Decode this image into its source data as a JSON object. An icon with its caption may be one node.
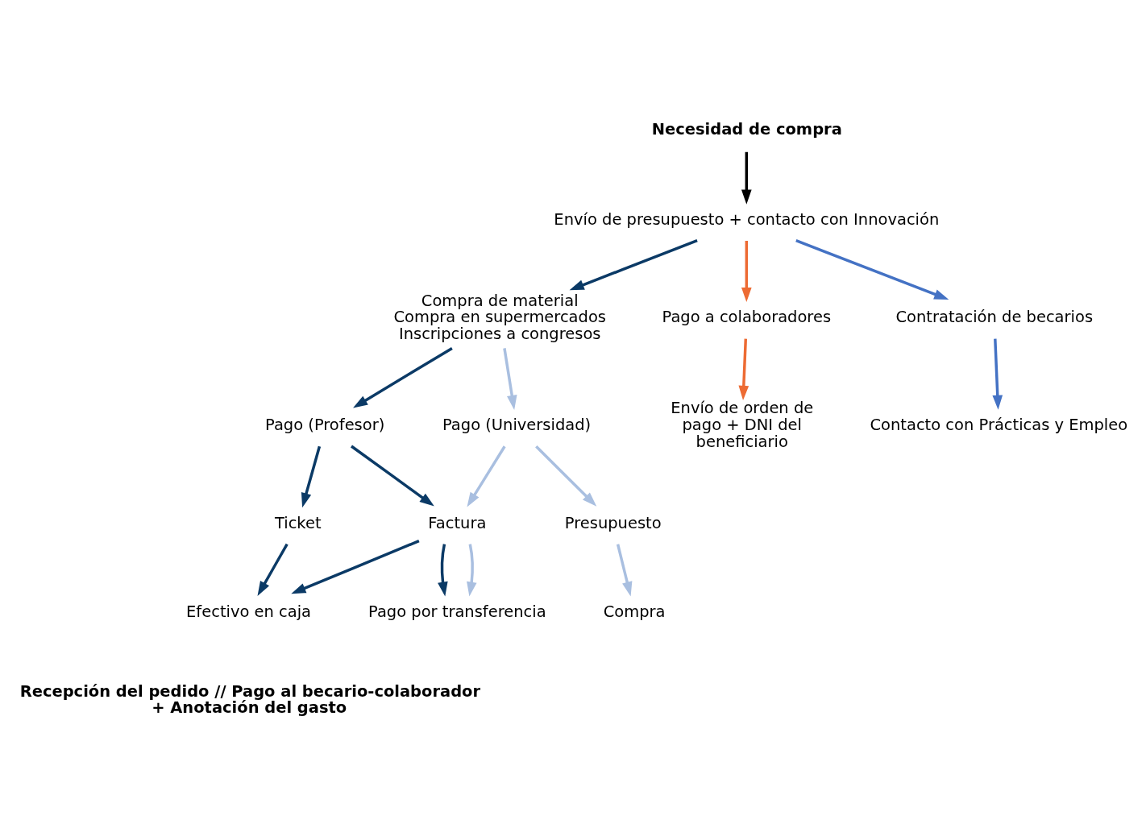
{
  "diagram": {
    "nodes": [
      {
        "text": [
          "Necesidad de compra"
        ]
      },
      {
        "text": [
          "Envío de presupuesto + contacto con Innovación"
        ]
      },
      {
        "text": [
          "Compra de material Compra en supermercados Inscripciones a congresos"
        ]
      },
      {
        "text": [
          "Pago a colaboradores"
        ]
      },
      {
        "text": [
          "Contratación de becarios"
        ]
      },
      {
        "text": [
          "Pago (Profesor)"
        ]
      },
      {
        "text": [
          "Pago (Universidad)"
        ]
      },
      {
        "text": [
          "Contacto con Prácticas y Empleo"
        ]
      },
      {
        "text": [
          "Ticket"
        ]
      },
      {
        "text": [
          "Factura"
        ]
      },
      {
        "text": [
          "Presupuesto"
        ]
      },
      {
        "text": [
          "Envío de orden de pago + DNI del beneficiario"
        ]
      },
      {
        "text": [
          "Efectivo en caja"
        ]
      },
      {
        "text": [
          "Pago por transferencia"
        ]
      },
      {
        "text": [
          "Compra"
        ]
      },
      {
        "text": [
          "Recepción del pedido // Pago al becario-colaborador + Anotación del gasto"
        ]
      }
    ],
    "edges": [
      {
        "from": 0,
        "to": 1,
        "arrow": "to",
        "color": "#000000"
      },
      {
        "from": 1,
        "to": 2,
        "arrow": "to",
        "color": "#0b3a66"
      },
      {
        "from": 1,
        "to": 3,
        "arrow": "to",
        "color": "#ed6b33"
      },
      {
        "from": 1,
        "to": 4,
        "arrow": "to",
        "color": "#4472c4"
      },
      {
        "from": 2,
        "to": 5,
        "arrow": "to",
        "color": "#0b3a66"
      },
      {
        "from": 2,
        "to": 6,
        "arrow": "to",
        "color": "#a9bfe0"
      },
      {
        "from": 3,
        "to": 11,
        "arrow": "to",
        "color": "#ed6b33"
      },
      {
        "from": 4,
        "to": 7,
        "arrow": "to",
        "color": "#4472c4"
      },
      {
        "from": 5,
        "to": 8,
        "arrow": "to",
        "color": "#0b3a66"
      },
      {
        "from": 5,
        "to": 9,
        "arrow": "to",
        "color": "#0b3a66"
      },
      {
        "from": 6,
        "to": 9,
        "arrow": "to",
        "color": "#a9bfe0"
      },
      {
        "from": 6,
        "to": 10,
        "arrow": "to",
        "color": "#a9bfe0"
      },
      {
        "from": 8,
        "to": 12,
        "arrow": "to",
        "color": "#0b3a66"
      },
      {
        "from": 9,
        "to": 12,
        "arrow": "to",
        "color": "#0b3a66"
      },
      {
        "from": 9,
        "to": 13,
        "arrow": "to",
        "color": "#0b3a66"
      },
      {
        "from": 9,
        "to": 13,
        "arrow": "to",
        "color": "#a9bfe0"
      },
      {
        "from": 10,
        "to": 14,
        "arrow": "to",
        "color": "#a9bfe0"
      }
    ]
  }
}
